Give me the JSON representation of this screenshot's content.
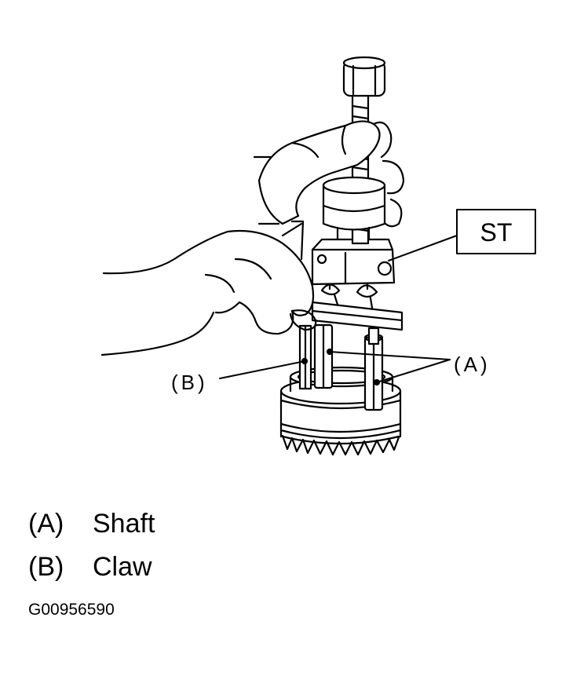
{
  "diagram": {
    "callouts": {
      "st": "ST",
      "a": "(A)",
      "b": "(B)"
    },
    "legend": [
      {
        "key": "(A)",
        "label": "Shaft"
      },
      {
        "key": "(B)",
        "label": "Claw"
      }
    ],
    "figure_id": "G00956590"
  },
  "colors": {
    "line": "#000000",
    "background": "#ffffff"
  }
}
